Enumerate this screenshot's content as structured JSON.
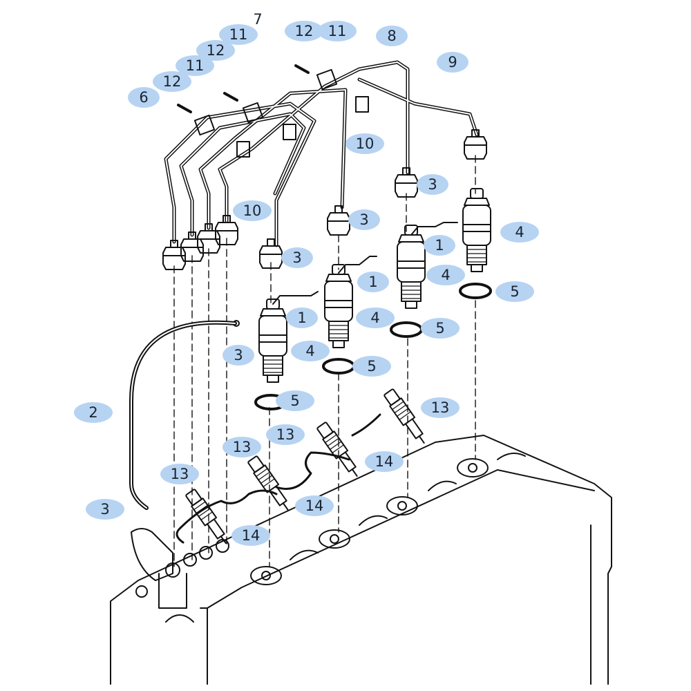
{
  "title": "Fuel injection pipes and injectors parts diagram",
  "colors": {
    "label_bg": "#b7d3f2",
    "line": "#111111"
  },
  "labels": [
    "12",
    "11",
    "7",
    "8",
    "11",
    "12",
    "11",
    "12",
    "9",
    "6",
    "10",
    "10",
    "3",
    "4",
    "1",
    "3",
    "1",
    "4",
    "5",
    "3",
    "1",
    "4",
    "5",
    "3",
    "4",
    "5",
    "5",
    "2",
    "13",
    "13",
    "13",
    "14",
    "13",
    "14",
    "3",
    "14"
  ]
}
